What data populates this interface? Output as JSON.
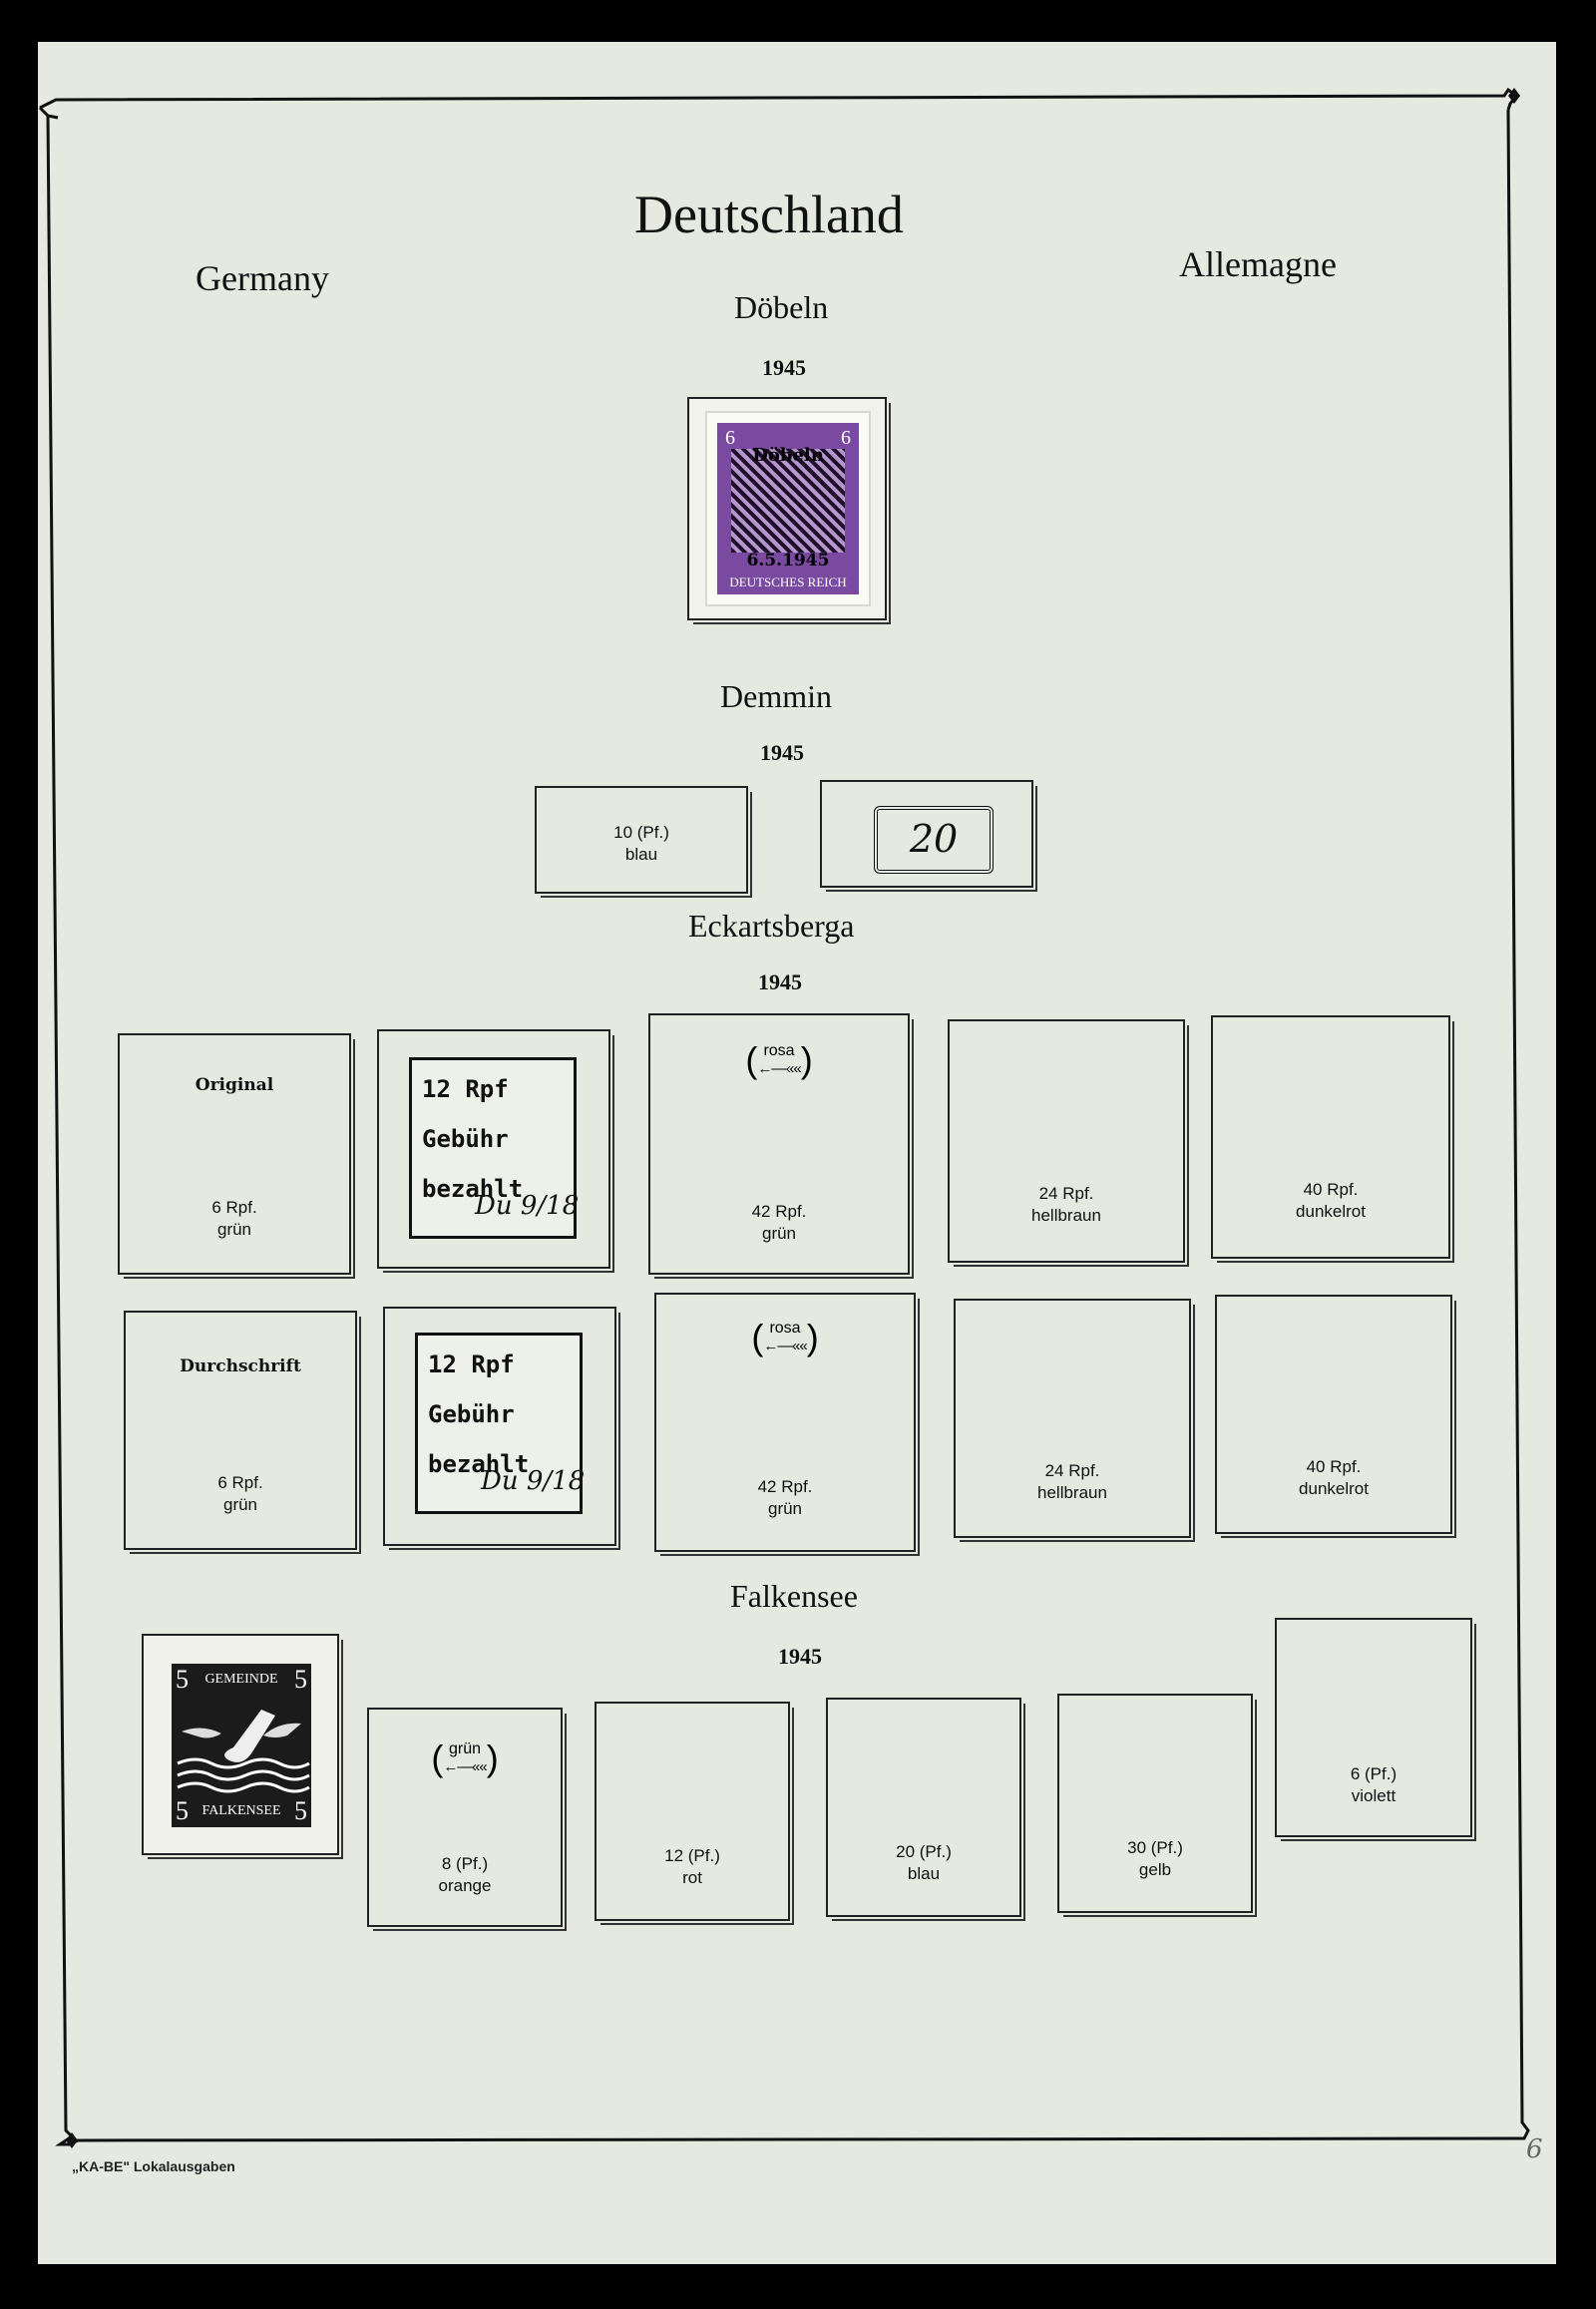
{
  "header": {
    "title": "Deutschland",
    "left": "Germany",
    "right": "Allemagne"
  },
  "sections": {
    "doebeln": {
      "name": "Döbeln",
      "year": "1945",
      "stamp": {
        "top": "Döbeln",
        "value": "6",
        "date": "6.5.1945",
        "bottom": "DEUTSCHES REICH",
        "color": "#7a4aa0"
      }
    },
    "demmin": {
      "name": "Demmin",
      "year": "1945",
      "slots": [
        {
          "line1": "10 (Pf.)",
          "line2": "blau"
        }
      ],
      "handstamp": "20"
    },
    "eckartsberga": {
      "name": "Eckartsberga",
      "year": "1945",
      "row1": {
        "label": "Original",
        "slot1": {
          "line1": "6 Rpf.",
          "line2": "grün"
        },
        "overprint": [
          "12 Rpf",
          "Gebühr",
          "bezahlt"
        ],
        "sig": "Du 9/18",
        "note": "rosa",
        "slot3": {
          "line1": "42 Rpf.",
          "line2": "grün"
        },
        "slot4": {
          "line1": "24 Rpf.",
          "line2": "hellbraun"
        },
        "slot5": {
          "line1": "40 Rpf.",
          "line2": "dunkelrot"
        }
      },
      "row2": {
        "label": "Durchschrift",
        "slot1": {
          "line1": "6 Rpf.",
          "line2": "grün"
        },
        "overprint": [
          "12 Rpf",
          "Gebühr",
          "bezahlt"
        ],
        "sig": "Du 9/18",
        "note": "rosa",
        "slot3": {
          "line1": "42 Rpf.",
          "line2": "grün"
        },
        "slot4": {
          "line1": "24 Rpf.",
          "line2": "hellbraun"
        },
        "slot5": {
          "line1": "40 Rpf.",
          "line2": "dunkelrot"
        }
      }
    },
    "falkensee": {
      "name": "Falkensee",
      "year": "1945",
      "stamp": {
        "top": "GEMEINDE",
        "bottom": "FALKENSEE",
        "value": "5"
      },
      "note": "grün",
      "slots": [
        {
          "line1": "8 (Pf.)",
          "line2": "orange"
        },
        {
          "line1": "12 (Pf.)",
          "line2": "rot"
        },
        {
          "line1": "20 (Pf.)",
          "line2": "blau"
        },
        {
          "line1": "30 (Pf.)",
          "line2": "gelb"
        },
        {
          "line1": "6 (Pf.)",
          "line2": "violett"
        }
      ]
    }
  },
  "footer": {
    "imprint": "„KA-BE\" Lokalausgaben",
    "page_number": "6"
  },
  "colors": {
    "page": "#e5e9e0",
    "ink": "#111111",
    "stamp_violet": "#7a4aa0"
  }
}
